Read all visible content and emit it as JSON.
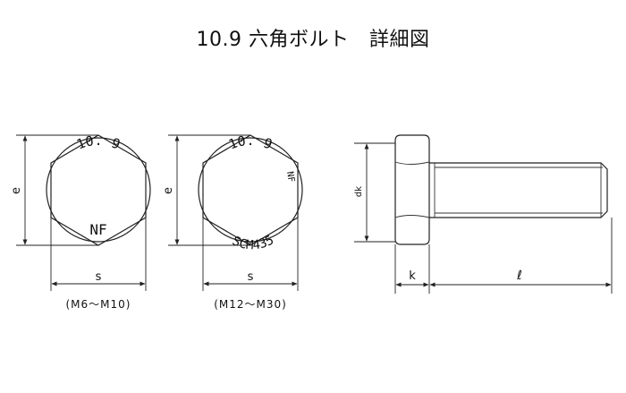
{
  "title": "10.9 六角ボルト　詳細図",
  "head_left": {
    "marking_top": "10. 9",
    "marking_bottom": "NF",
    "dim_e": "e",
    "dim_s": "s",
    "caption": "(M6～M10)"
  },
  "head_right": {
    "marking_top": "10. 9",
    "marking_side": "NF",
    "marking_bottom": "SCM435",
    "dim_e": "e",
    "dim_s": "s",
    "caption": "(M12～M30)"
  },
  "side_view": {
    "dim_dk": "dk",
    "dim_k": "k",
    "dim_l": "ℓ"
  }
}
